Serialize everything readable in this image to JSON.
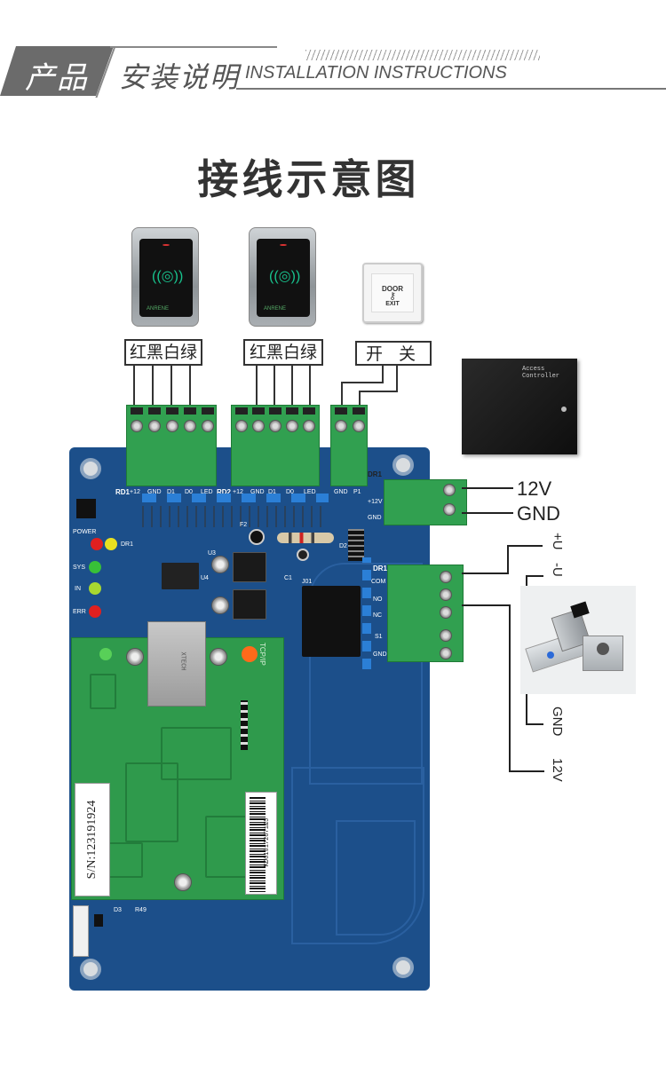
{
  "header": {
    "product_tag": "产品",
    "section_cn": "安装说明",
    "section_en": "INSTALLATION INSTRUCTIONS"
  },
  "title": "接线示意图",
  "readers": [
    {
      "wire_label": "红黑白绿"
    },
    {
      "wire_label": "红黑白绿"
    }
  ],
  "exit_button": {
    "line1": "DOOR",
    "line2": "EXIT",
    "wire_label": "开 关"
  },
  "power_box": {
    "caption": "Access Controller"
  },
  "power_terminals": {
    "v12": "12V",
    "gnd": "GND"
  },
  "lock_wiring": {
    "plus_u": "+U",
    "minus_u": "-U",
    "gnd": "GND",
    "v12": "12V"
  },
  "board": {
    "rd1": "RD1",
    "rd2": "RD2",
    "dr1_top": "DR1",
    "dr1_side": "DR1",
    "rd1_pins": [
      "+12",
      "GND",
      "D1",
      "D0",
      "LED"
    ],
    "rd2_pins": [
      "+12",
      "GND",
      "D1",
      "D0",
      "LED"
    ],
    "sw_pins": [
      "GND",
      "P1"
    ],
    "power_pins": [
      "+12V",
      "GND"
    ],
    "relay_pins": [
      "COM",
      "NO",
      "NC",
      "S1",
      "GND"
    ],
    "status_leds": [
      "POWER",
      "SYS",
      "IN",
      "ERR"
    ],
    "serial": "S/N:123191924",
    "barcode": "KD010172671&5",
    "dr1_led": "DR1",
    "ic_labels": [
      "U3",
      "U4",
      "J01",
      "C1",
      "F2",
      "D2",
      "D3",
      "R49"
    ],
    "module_label": "TCP/IP"
  },
  "colors": {
    "board_blue": "#1c4f8a",
    "terminal_green": "#31a050",
    "module_green": "#2f9a4c",
    "header_grey": "#6b6b6b"
  }
}
